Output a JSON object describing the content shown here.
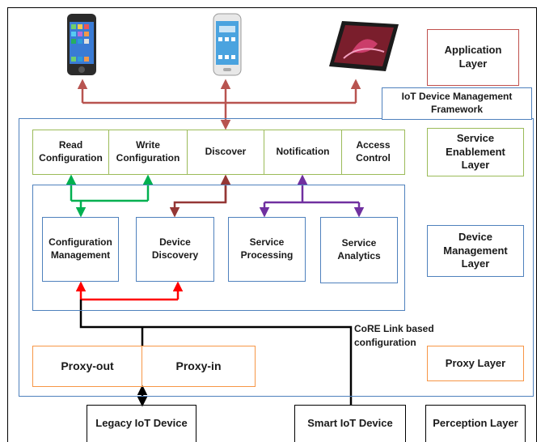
{
  "layers": {
    "application": "Application\nLayer",
    "framework_title": "IoT Device Management\nFramework",
    "service_enablement": "Service\nEnablement\nLayer",
    "device_management": "Device\nManagement\nLayer",
    "proxy": "Proxy Layer",
    "perception": "Perception Layer"
  },
  "services": {
    "read_configuration": "Read\nConfiguration",
    "write_configuration": "Write\nConfiguration",
    "discover": "Discover",
    "notification": "Notification",
    "access_control": "Access\nControl"
  },
  "management": {
    "configuration_management": "Configuration\nManagement",
    "device_discovery": "Device\nDiscovery",
    "service_processing": "Service\nProcessing",
    "service_analytics": "Service\nAnalytics"
  },
  "proxy": {
    "proxy_out": "Proxy-out",
    "proxy_in": "Proxy-in"
  },
  "devices": {
    "legacy": "Legacy IoT Device",
    "smart": "Smart IoT Device"
  },
  "annotations": {
    "core_link": "CoRE Link based\nconfiguration"
  },
  "colors": {
    "application_border": "#c0504d",
    "framework_border": "#4f81bd",
    "service_border": "#9bbb59",
    "proxy_border": "#f79646",
    "arrow_app": "#b85450",
    "arrow_green": "#00b050",
    "arrow_brown": "#953735",
    "arrow_purple": "#7030a0",
    "arrow_red": "#ff0000"
  },
  "icons": [
    "iphone-icon",
    "android-phone-icon",
    "tablet-icon"
  ]
}
